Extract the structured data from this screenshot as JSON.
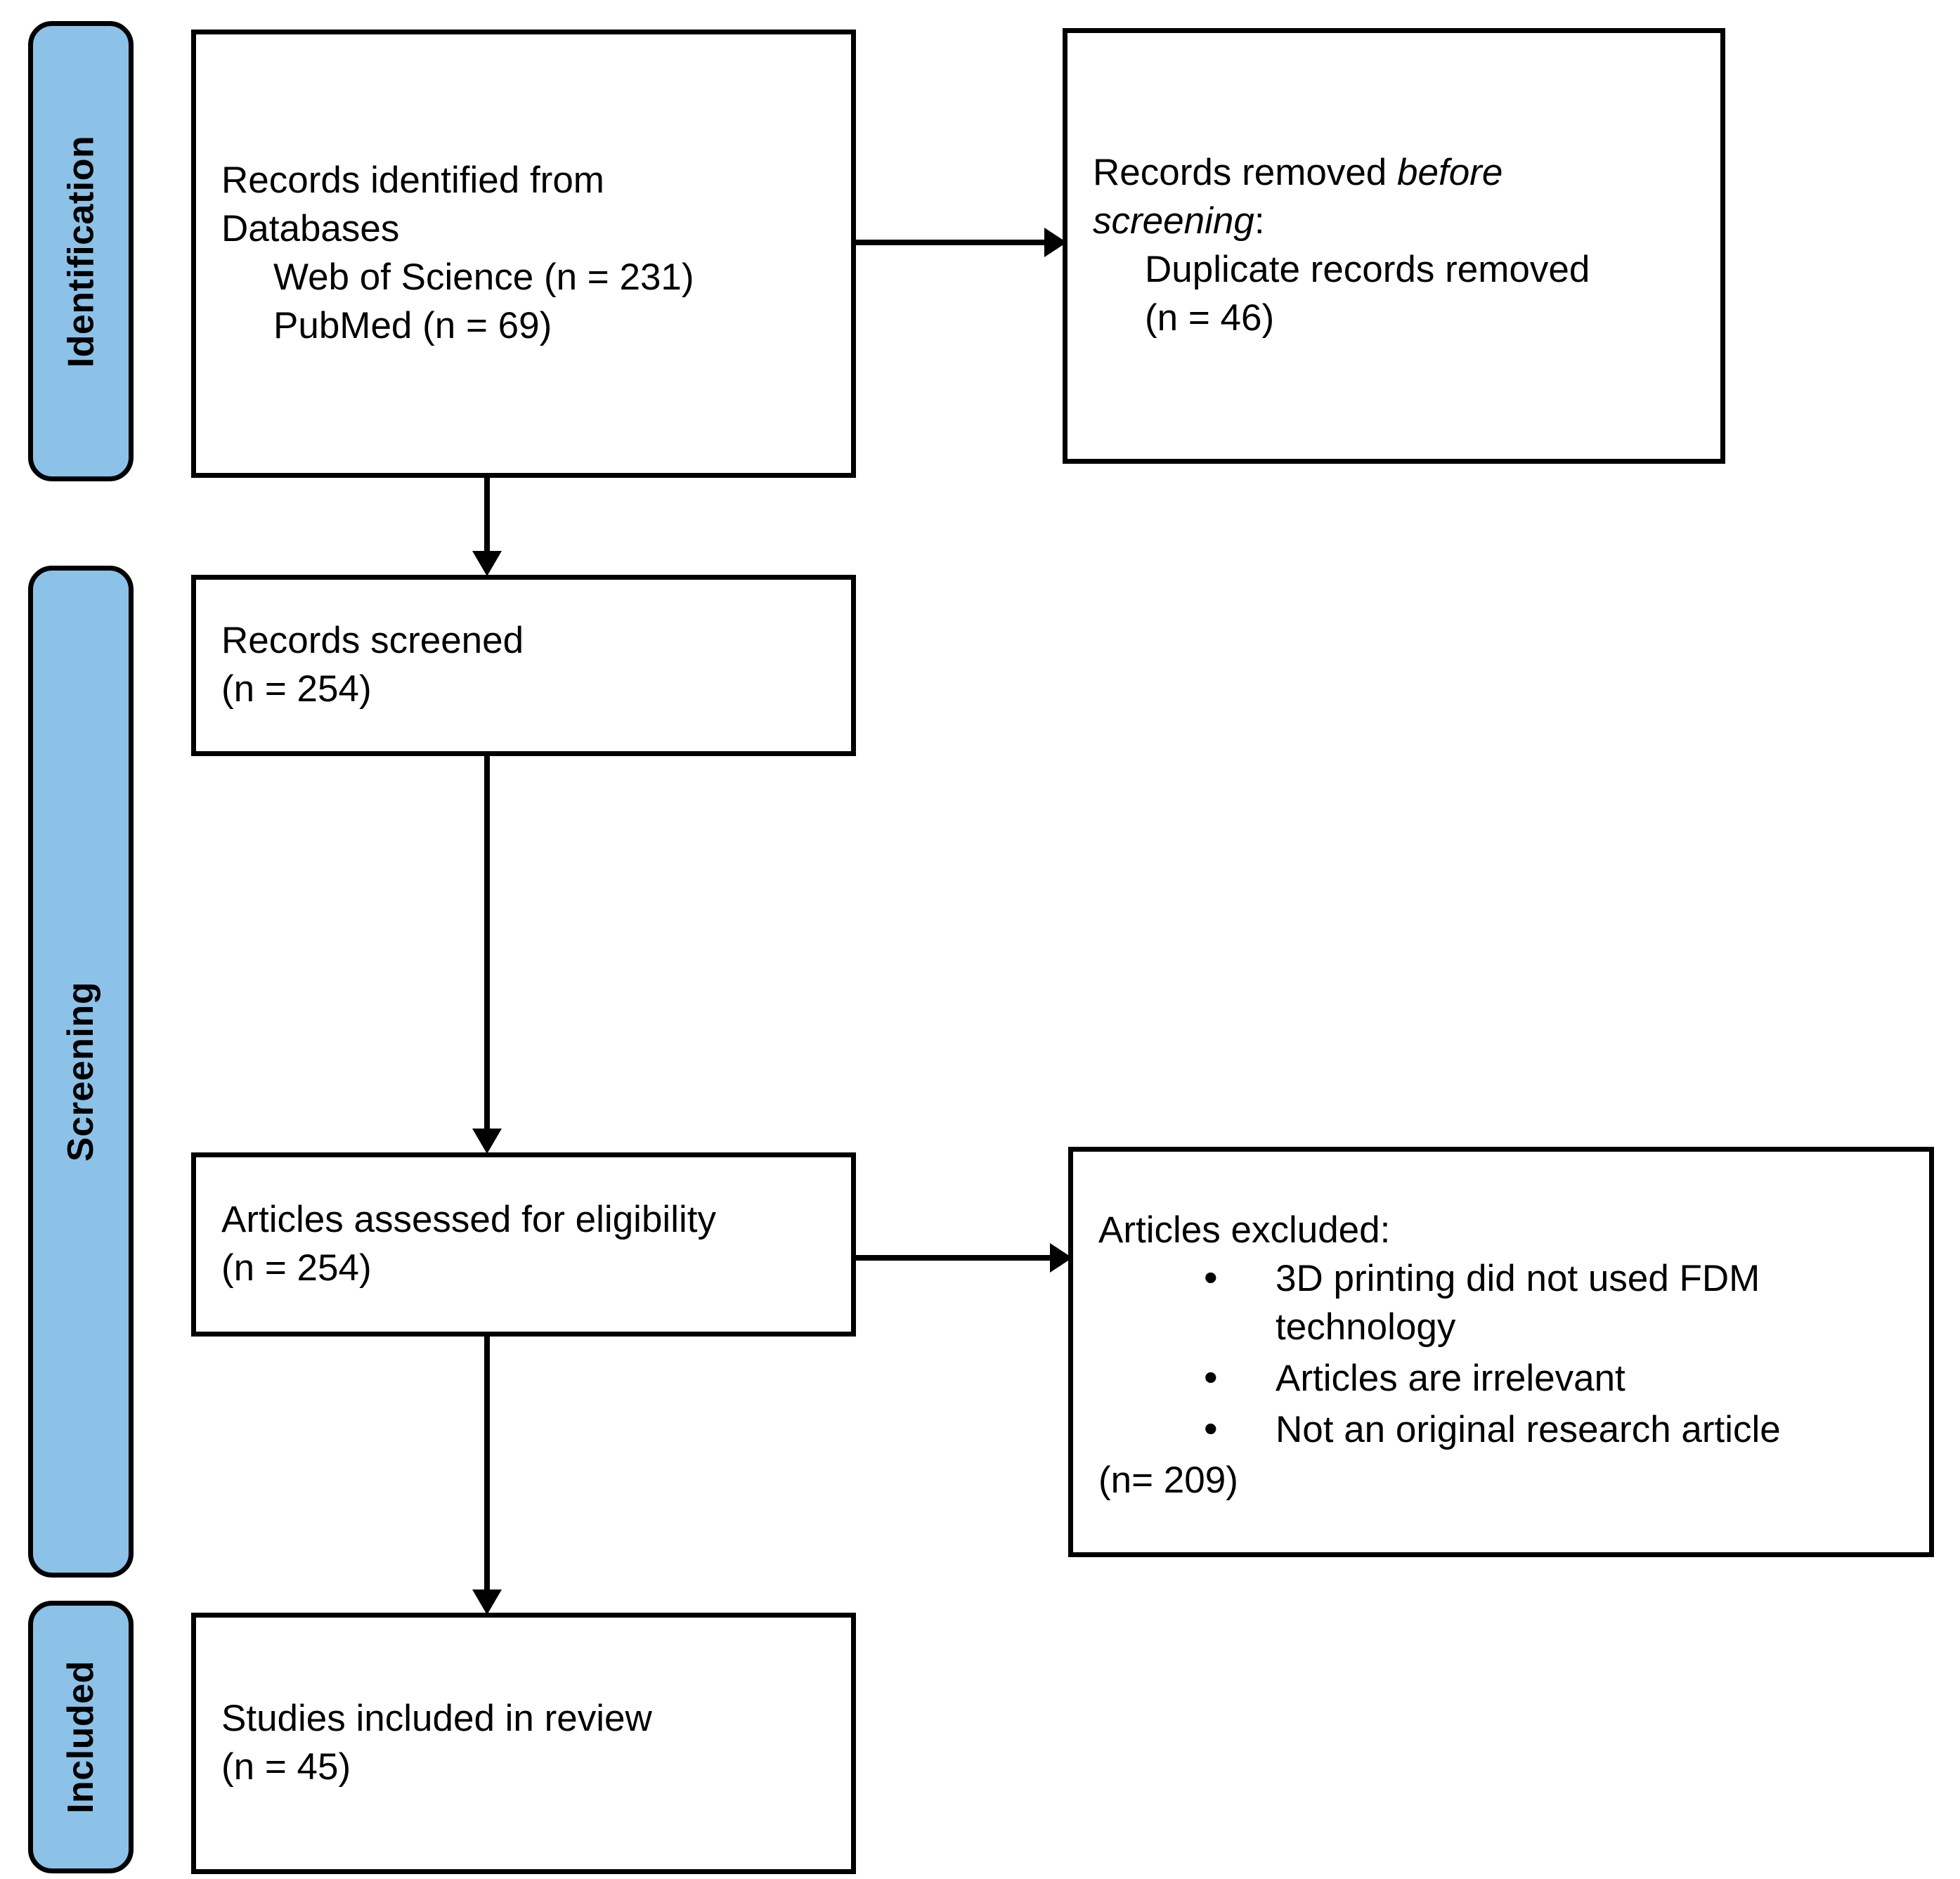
{
  "diagram": {
    "title": "PRISMA flow diagram",
    "accent_color": "#8CC2E8",
    "line_color": "#000000",
    "background_color": "#FFFFFF"
  },
  "phases": [
    {
      "id": "identification",
      "label": "Identification"
    },
    {
      "id": "screening",
      "label": "Screening"
    },
    {
      "id": "included",
      "label": "Included"
    }
  ],
  "boxes": {
    "records_identified": {
      "line1": "Records identified from",
      "line2": "Databases",
      "source1": "Web of Science (n = 231)",
      "source2": "PubMed (n = 69)"
    },
    "records_removed": {
      "line1_a": "Records removed ",
      "line1_b": "before",
      "line2_b": "screening",
      "line2_a": ":",
      "detail1": "Duplicate records removed",
      "detail2": "(n = 46)"
    },
    "records_screened": {
      "line1": "Records screened",
      "line2": "(n = 254)"
    },
    "articles_assessed": {
      "line1": "Articles assessed for eligibility",
      "line2": "(n = 254)"
    },
    "articles_excluded": {
      "heading": "Articles excluded:",
      "reasons": [
        "3D printing did not used FDM technology",
        "Articles are irrelevant",
        "Not an original research article"
      ],
      "count": "(n= 209)"
    },
    "studies_included": {
      "line1": "Studies included in review",
      "line2": "(n = 45)"
    }
  },
  "counts": {
    "web_of_science": 231,
    "pubmed": 69,
    "duplicates_removed": 46,
    "records_screened": 254,
    "articles_assessed": 254,
    "articles_excluded": 209,
    "studies_included": 45
  }
}
